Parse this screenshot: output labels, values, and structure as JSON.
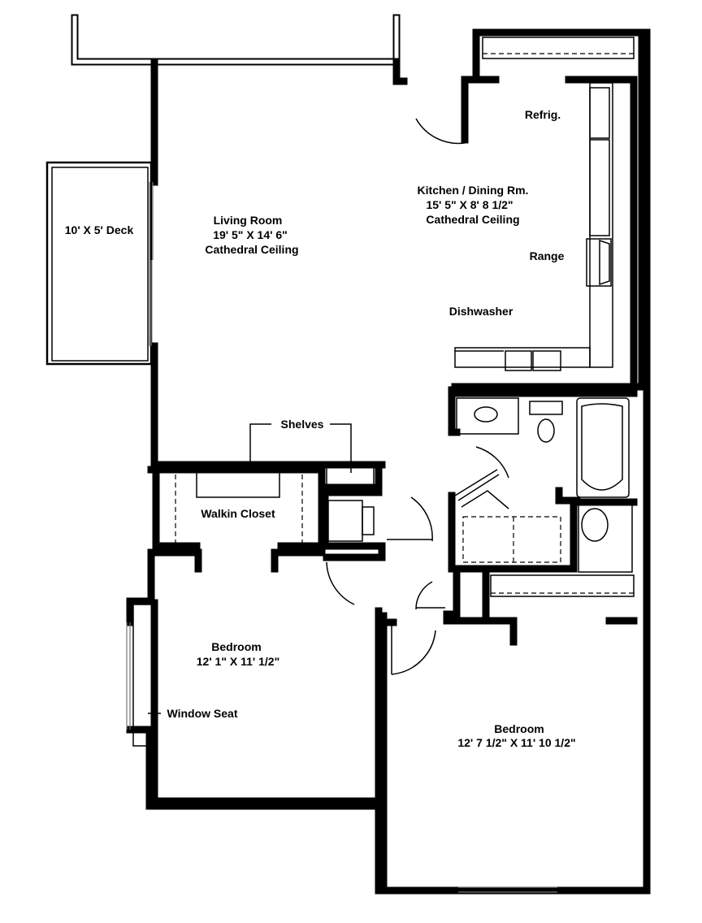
{
  "rooms": {
    "deck": {
      "name": "10' X 5' Deck"
    },
    "living": {
      "name": "Living Room",
      "size": "19' 5\" X 14' 6\"",
      "note": "Cathedral Ceiling"
    },
    "kitchen": {
      "name": "Kitchen / Dining Rm.",
      "size": "15' 5\" X 8' 8 1/2\"",
      "note": "Cathedral Ceiling"
    },
    "closet": {
      "name": "Walkin Closet"
    },
    "bedroom1": {
      "name": "Bedroom",
      "size": "12' 1\" X 11' 1/2\""
    },
    "bedroom2": {
      "name": "Bedroom",
      "size": "12' 7 1/2\" X 11' 10 1/2\""
    }
  },
  "fixtures": {
    "refrig": "Refrig.",
    "range": "Range",
    "dishwasher": "Dishwasher",
    "shelves": "Shelves",
    "window_seat": "Window Seat"
  }
}
